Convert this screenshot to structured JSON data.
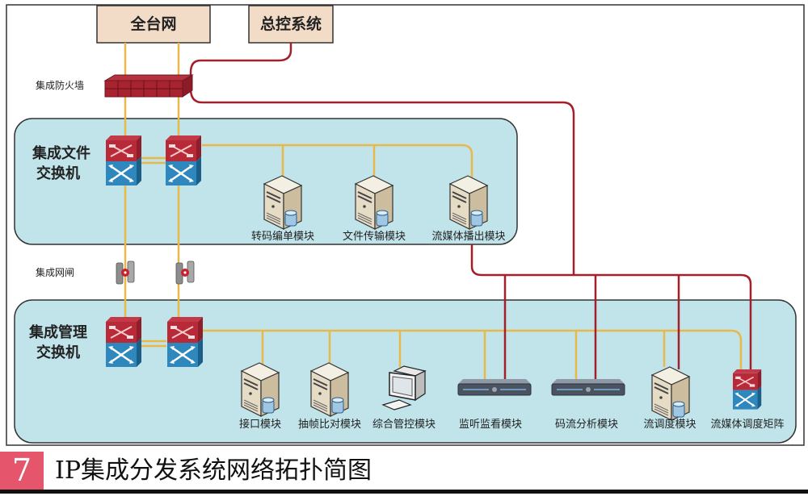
{
  "figure": {
    "number": "7",
    "caption": "IP集成分发系统网络拓扑简图"
  },
  "colors": {
    "data_line": "#e8b84a",
    "control_line": "#a3202a",
    "panel_fill": "#bfe3ea",
    "top_box_fill": "#f2dcc8",
    "caption_badge": "#e5566d"
  },
  "top_boxes": [
    {
      "id": "all-station-net",
      "label": "全台网"
    },
    {
      "id": "master-control",
      "label": "总控系统"
    }
  ],
  "labels": {
    "firewall": "集成防火墙",
    "gateway": "集成网闸"
  },
  "groups": {
    "file_switch": {
      "label_line1": "集成文件",
      "label_line2": "交换机",
      "modules": [
        {
          "label": "转码编单模块",
          "icon": "server-icon"
        },
        {
          "label": "文件传输模块",
          "icon": "server-icon"
        },
        {
          "label": "流媒体播出模块",
          "icon": "server-icon"
        }
      ]
    },
    "mgmt_switch": {
      "label_line1": "集成管理",
      "label_line2": "交换机",
      "modules": [
        {
          "label": "接口模块",
          "icon": "server-icon"
        },
        {
          "label": "抽帧比对模块",
          "icon": "server-icon"
        },
        {
          "label": "综合管控模块",
          "icon": "workstation-icon"
        },
        {
          "label": "监听监看模块",
          "icon": "rack-server-icon"
        },
        {
          "label": "码流分析模块",
          "icon": "rack-server-icon"
        },
        {
          "label": "流调度模块",
          "icon": "server-icon"
        },
        {
          "label": "流媒体调度矩阵",
          "icon": "switch-icon"
        }
      ]
    }
  }
}
